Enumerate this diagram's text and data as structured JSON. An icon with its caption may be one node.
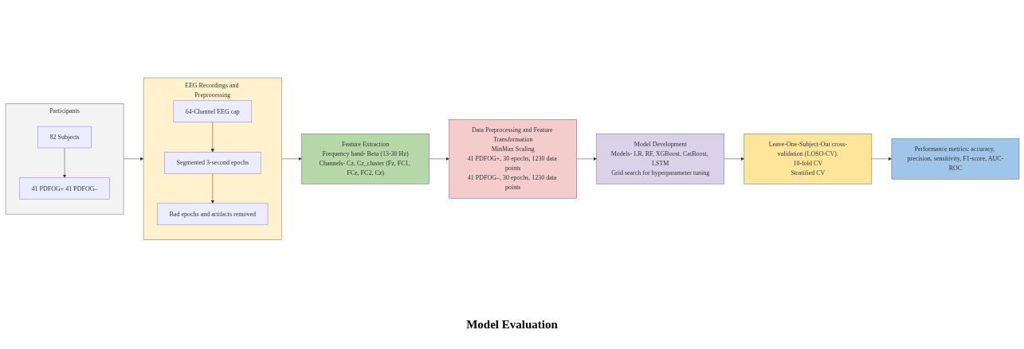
{
  "diagram": {
    "nodes": [
      {
        "text": [
          "Participants"
        ]
      },
      {
        "text": [
          "82 Subjects"
        ],
        "in": 0
      },
      {
        "text": [
          "41 PDFOG+ 41 PDFOG–"
        ],
        "in": 0
      },
      {
        "text": [
          "EEG Recordings and Preprocessing"
        ]
      },
      {
        "text": [
          "64-Channel EEG cap"
        ],
        "in": 3
      },
      {
        "text": [
          "Segmented 3-second epochs"
        ],
        "in": 3
      },
      {
        "text": [
          "Bad epochs and artifacts removed"
        ],
        "in": 3
      },
      {
        "text": [
          "Feature Extraction",
          "Frequency band- Beta (13-30 Hz)",
          "Channels- Cz, Cz_cluster (Fz, FC1, FCz, FC2, Cz)"
        ]
      },
      {
        "text": [
          "Data Preprocessing and Feature Transformation",
          "MinMax Scaling",
          "41 PDFOG+, 30 epochs, 1230 data points",
          "41 PDFOG–, 30 epochs, 1230 data points"
        ]
      },
      {
        "text": [
          "Model Development",
          "Models- LR, RF, XGBoost, CatBoost, LSTM",
          "Grid search for hyperparameter tuning"
        ]
      },
      {
        "text": [
          "Leave-One-Subject-Out cross-validation (LOSO-CV).",
          "10-fold CV",
          "Stratified CV"
        ]
      },
      {
        "text": [
          "Performance metrics: accuracy, precision, sensitivity, F1-score, AUC-ROC"
        ]
      }
    ],
    "edges": [
      {
        "from": 1,
        "to": 2,
        "arrow": "to"
      },
      {
        "from": 4,
        "to": 5,
        "arrow": "to"
      },
      {
        "from": 5,
        "to": 6,
        "arrow": "to"
      },
      {
        "from": 0,
        "to": 3,
        "arrow": "to"
      },
      {
        "from": 3,
        "to": 7,
        "arrow": "to"
      },
      {
        "from": 7,
        "to": 8,
        "arrow": "to"
      },
      {
        "from": 8,
        "to": 9,
        "arrow": "to"
      },
      {
        "from": 9,
        "to": 10,
        "arrow": "to"
      },
      {
        "from": 10,
        "to": 11,
        "arrow": "to"
      }
    ],
    "labels": [
      "Model Evaluation"
    ]
  }
}
